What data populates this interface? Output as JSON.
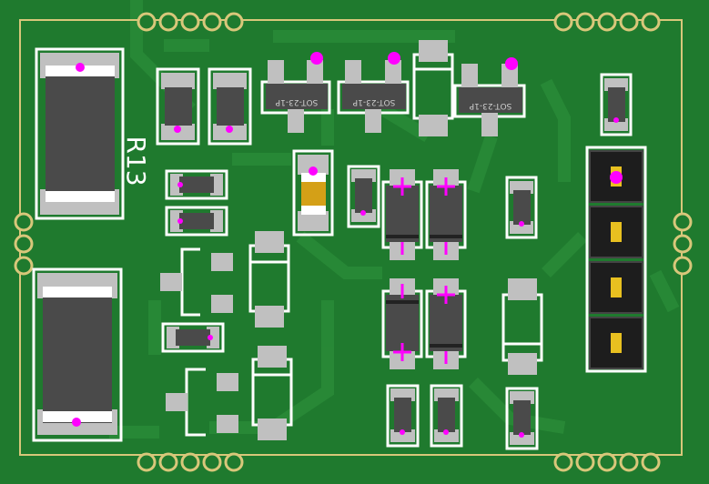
{
  "board": {
    "silkscreen_label": "R13",
    "chip_markings": [
      "SOT-23-1P",
      "SOT-23-1P",
      "SOT-23-1P"
    ],
    "header_pin_count": 4,
    "colors": {
      "board": "#1f7a2e",
      "board_dark": "#1a6d28",
      "trace": "#2b8f3a",
      "silkscreen": "#ffffff",
      "pad": "#c0c0c0",
      "body": "#4a4a4a",
      "marker": "#ff00ff",
      "gold": "#d8c77a",
      "header": "#1d1d1d",
      "pin": "#e8c020",
      "capacitor": "#d4a017"
    }
  }
}
